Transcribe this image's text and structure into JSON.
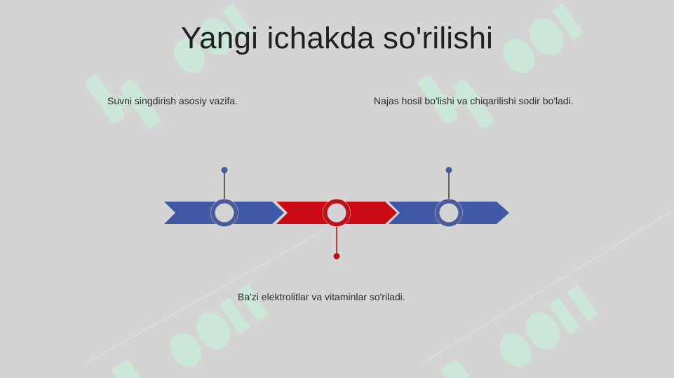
{
  "title": "Yangi ichakda so'rilishi",
  "milestones": [
    {
      "text": "Suvni singdirish asosiy vazifa.",
      "color": "#3f59a6"
    },
    {
      "text": "Ba'zi elektrolitlar va vitaminlar so'riladi.",
      "color": "#cc0a14"
    },
    {
      "text": "Najas hosil bo'lishi va chiqarilishi sodir bo'ladi.",
      "color": "#3f59a6"
    }
  ],
  "colors": {
    "background": "#d4d4d4",
    "arrow_blue": "#3f59a6",
    "arrow_red": "#cc0a14",
    "marker_blue": "#4a5a9a",
    "marker_red": "#c0101a"
  }
}
